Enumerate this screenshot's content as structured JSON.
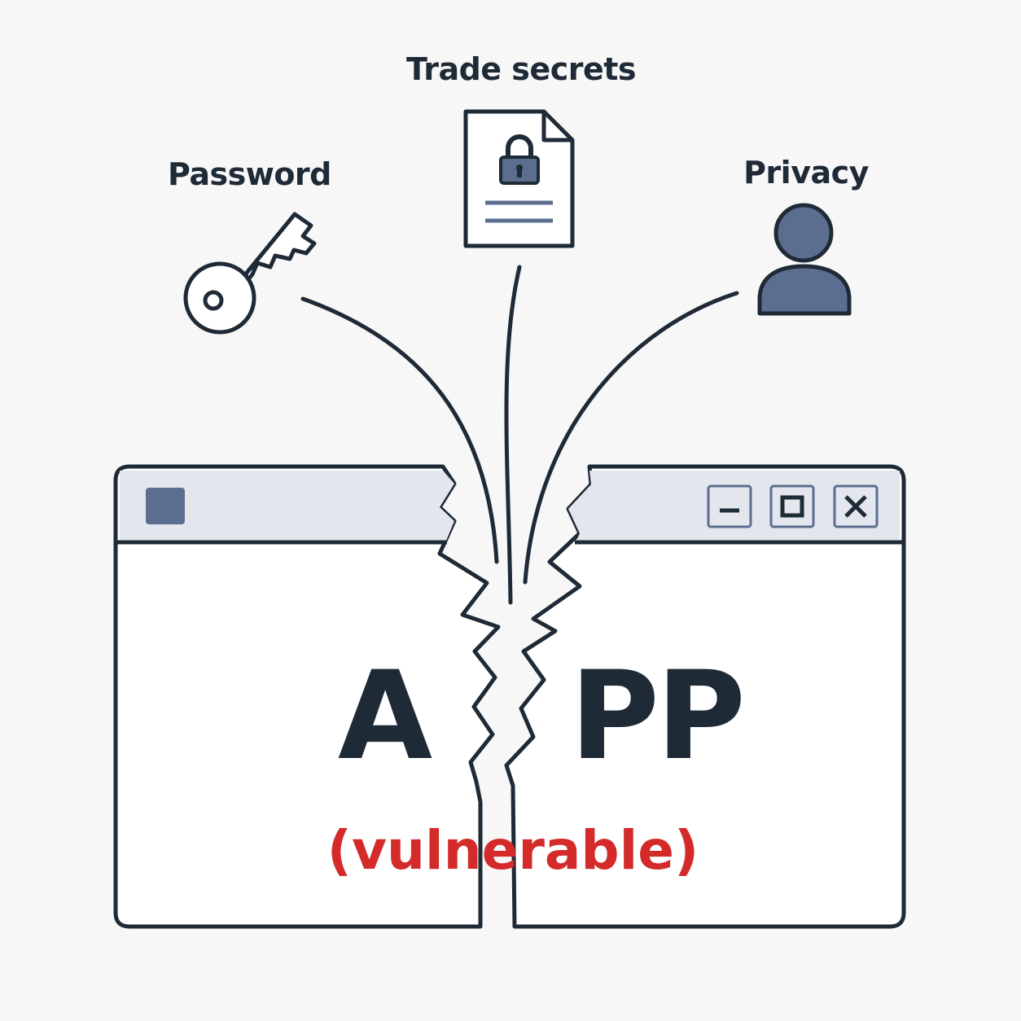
{
  "assets": {
    "trade_secrets": {
      "label": "Trade secrets",
      "icon": "locked-document-icon"
    },
    "password": {
      "label": "Password",
      "icon": "key-icon"
    },
    "privacy": {
      "label": "Privacy",
      "icon": "user-silhouette-icon"
    }
  },
  "app_window": {
    "icon": "window-app-icon",
    "controls": [
      "minimize-icon",
      "maximize-icon",
      "close-icon"
    ],
    "name_left": "A",
    "name_right": "PP",
    "note": "(vulnerable)"
  },
  "colors": {
    "background": "#f7f7f7",
    "ink": "#1f2a37",
    "accent": "#5b6e8f",
    "titlebar": "#e3e6ec",
    "warning": "#d42a2a"
  }
}
